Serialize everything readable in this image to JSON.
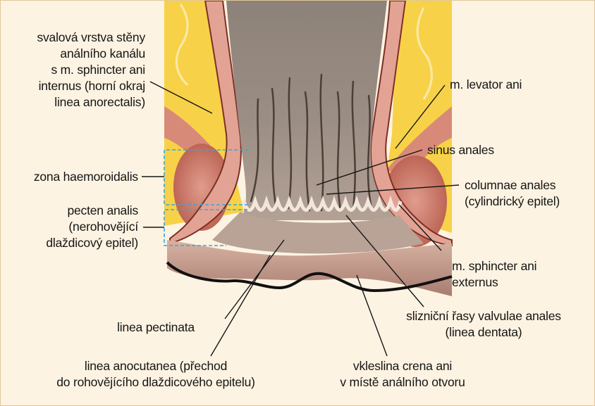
{
  "colors": {
    "background": "#fdf3e2",
    "border": "#e2c79a",
    "fat": "#f7d248",
    "muscle": "#d2806f",
    "lumen": "#8c8078",
    "mucosa": "#a99a8d",
    "skin": "#c6998a",
    "bracket": "#3aa6d8"
  },
  "labels": {
    "muscle_layer": "svalová vrstva stěny\nanálního kanálu\ns m. sphincter ani\ninternus (horní okraj\nlinea anorectalis)",
    "zona_haemoroidalis": "zona haemoroidalis",
    "pecten_analis": "pecten analis\n(nerohovějící\ndlaždicový epitel)",
    "levator_ani": "m. levator ani",
    "sinus_anales": "sinus anales",
    "columnae_anales": "columnae anales\n(cylindrický epitel)",
    "sphincter_externus": "m. sphincter ani\nexternus",
    "linea_pectinata": "linea pectinata",
    "valvulae_anales": "slizniční řasy valvulae anales\n(linea dentata)",
    "linea_anocutanea": "linea anocutanea (přechod\ndo rohovějícího dlaždicového epitelu)",
    "crena_ani": "vkleslina crena ani\nv místě análního otvoru"
  }
}
